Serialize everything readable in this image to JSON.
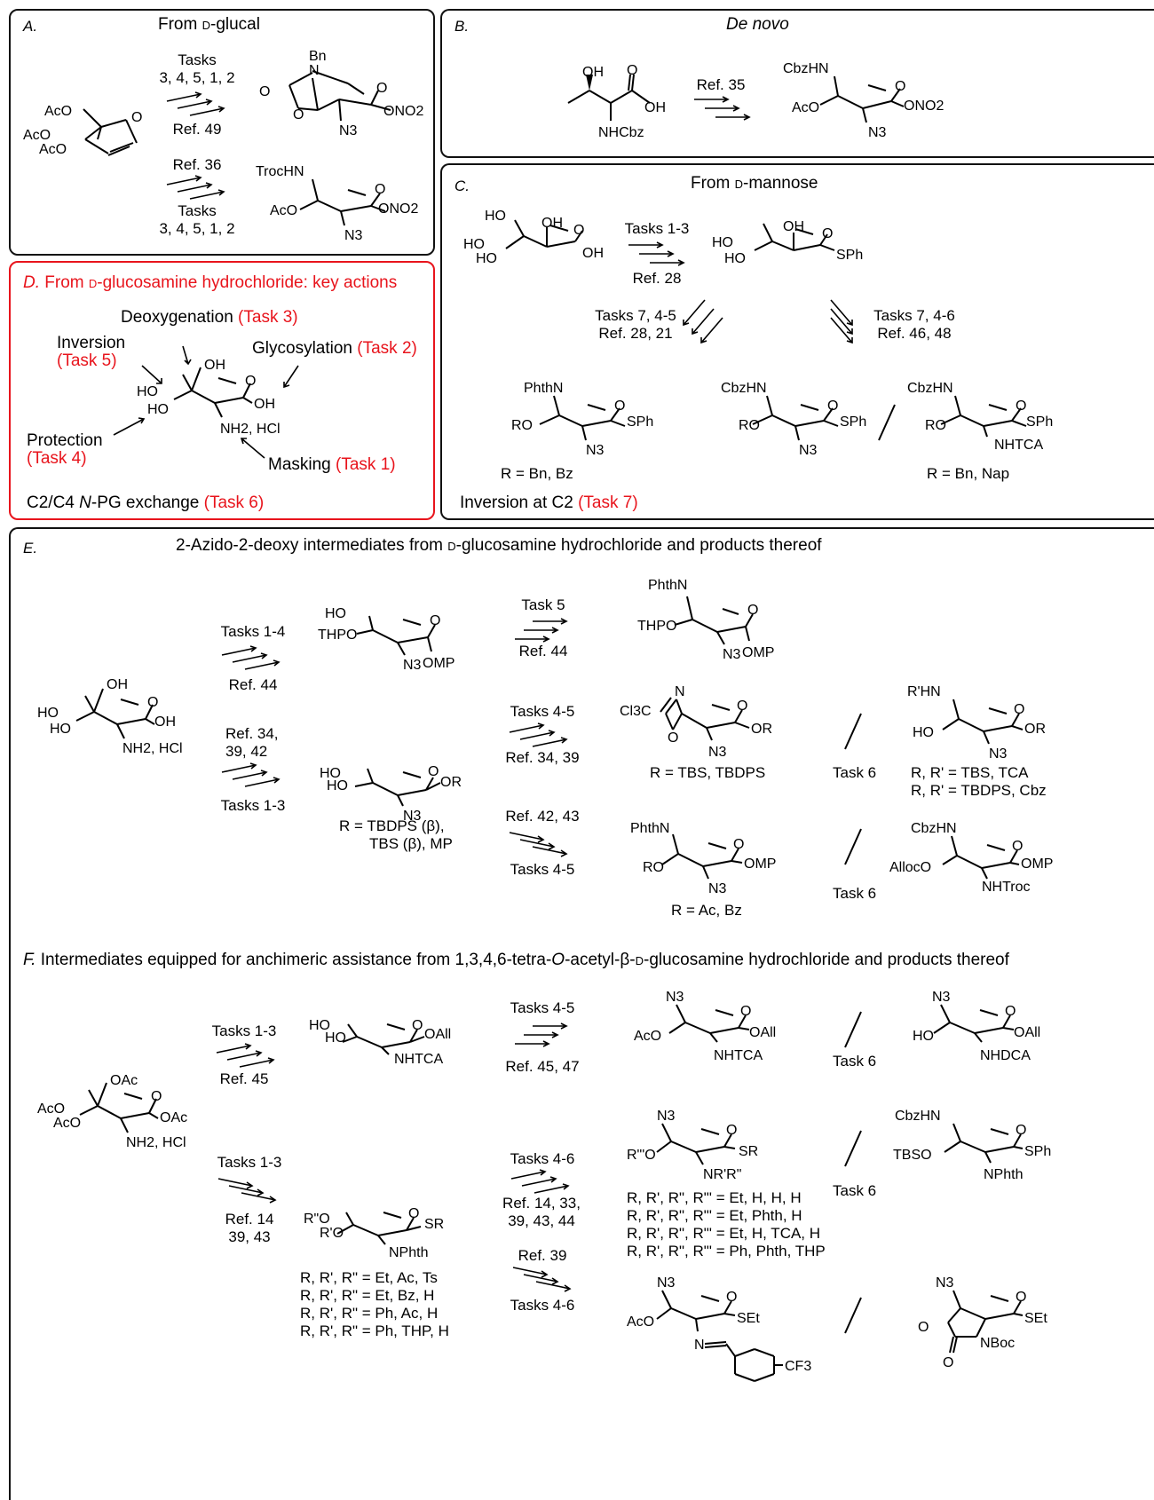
{
  "panelA": {
    "letter": "A.",
    "title_prefix": "From ",
    "title_sc": "d",
    "title_suffix": "-glucal",
    "sm_label": "AcO / AcO / AcO glucal",
    "arrow1_top": [
      "Tasks",
      "3, 4, 5, 1, 2"
    ],
    "arrow1_bottom": "Ref. 49",
    "arrow2_top": "Ref. 36",
    "arrow2_bottom": [
      "Tasks",
      "3, 4, 5, 1, 2"
    ],
    "prod1": {
      "bn": "Bn",
      "n": "N",
      "o": "O",
      "sub": "ONO2",
      "n3": "N3"
    },
    "prod2": {
      "n": "TrocHN",
      "aco": "AcO",
      "sub": "ONO2",
      "n3": "N3"
    }
  },
  "panelB": {
    "letter": "B.",
    "title": "De novo",
    "arrow_top": "Ref. 35",
    "sm": {
      "oh": "OH",
      "o": "O",
      "acid_oh": "OH",
      "nh": "NHCbz"
    },
    "prod": {
      "n": "CbzHN",
      "aco": "AcO",
      "sub": "ONO2",
      "n3": "N3"
    }
  },
  "panelC": {
    "letter": "C.",
    "title_prefix": "From ",
    "title_sc": "d",
    "title_suffix": "-mannose",
    "arrow1_top": "Tasks  1-3",
    "arrow1_bottom": "Ref. 28",
    "arrow2_label": [
      "Tasks 7, 4-5",
      "Ref. 28, 21"
    ],
    "arrow3_label": [
      "Tasks 7, 4-6",
      "Ref. 46, 48"
    ],
    "sm": {
      "oh_labels": [
        "HO",
        "OH",
        "HO",
        "HO",
        "OH"
      ]
    },
    "mid": {
      "sub": "SPh"
    },
    "p1": {
      "n": "PhthN",
      "ro": "RO",
      "sub": "SPh",
      "n3": "N3",
      "r": "R = Bn, Bz"
    },
    "p2": {
      "n": "CbzHN",
      "ro": "RO",
      "sub": "SPh",
      "n3": "N3"
    },
    "p3": {
      "n": "CbzHN",
      "ro": "RO",
      "sub": "SPh",
      "nh": "NHTCA",
      "r": "R = Bn, Nap"
    },
    "footer_prefix": "Inversion at C2 ",
    "footer_task": "(Task 7)"
  },
  "panelD": {
    "title_letter": "D.",
    "title_prefix": "From ",
    "title_sc": "d",
    "title_suffix": "-glucosamine hydrochloride: key actions",
    "deoxy": "Deoxygenation ",
    "deoxy_task": "(Task 3)",
    "inversion": "Inversion",
    "inversion_task": "(Task 5)",
    "glyco": "Glycosylation ",
    "glyco_task": "(Task  2)",
    "protection": "Protection",
    "protection_task": "(Task 4)",
    "masking": "Masking ",
    "masking_task": "(Task  1)",
    "nh2": "NH2, HCl",
    "footer_prefix": "C2/C4 ",
    "footer_it": "N",
    "footer_mid": "-PG exchange ",
    "footer_task": "(Task 6)"
  },
  "panelE": {
    "letter": "E.",
    "title_prefix": "2-Azido-2-deoxy intermediates from ",
    "title_sc": "d",
    "title_suffix": "-glucosamine hydrochloride and products thereof",
    "a1_top": "Tasks  1-4",
    "a1_bottom": "Ref. 44",
    "a2_top": [
      "Ref. 34,",
      "39, 42"
    ],
    "a2_bottom": "Tasks  1-3",
    "a3_top": "Task  5",
    "a3_bottom": "Ref. 44",
    "a4_top": "Tasks  4-5",
    "a4_bottom": "Ref. 34, 39",
    "a5_top": "Ref. 42, 43",
    "a5_bottom": "Tasks  4-5",
    "task6a": "Task  6",
    "task6b": "Task  6",
    "r_int2": [
      "R = TBDPS (β),",
      "TBS (β), MP"
    ],
    "r_prod2": "R = TBS, TBDPS",
    "r_prod3": "R = Ac, Bz",
    "r_prod4": [
      "R, R' = TBS, TCA",
      "R, R' = TBDPS, Cbz"
    ],
    "labels": {
      "int1_ho": "HO",
      "int1_thp": "THPO",
      "n3": "N3",
      "omp": "OMP",
      "phthn": "PhthN",
      "cl3c": "Cl3C",
      "or": "OR",
      "rhn": "R'HN",
      "ho": "HO",
      "ro": "RO",
      "cbzhn": "CbzHN",
      "alloco": "AllocO",
      "nhtroc": "NHTroc",
      "sm_nh2": "NH2, HCl"
    }
  },
  "panelF": {
    "letter": "F.",
    "title_pre": " Intermediates equipped for anchimeric assistance from 1,3,4,6-tetra-",
    "title_o": "O",
    "title_mid": "-acetyl-β-",
    "title_sc": "d",
    "title_suffix": "-glucosamine hydrochloride and products thereof",
    "a1_top": "Tasks  1-3",
    "a1_bottom": "Ref. 45",
    "a2_top": "Tasks  1-3",
    "a2_bottom": [
      "Ref. 14",
      "39, 43"
    ],
    "a3_top": "Tasks  4-5",
    "a3_bottom": "Ref. 45, 47",
    "a4_top": "Tasks  4-6",
    "a4_bottom": [
      "Ref. 14, 33,",
      "39, 43, 44"
    ],
    "a5_top": "Ref. 39",
    "a5_bottom": "Tasks  4-6",
    "task6a": "Task  6",
    "task6b": "Task  6",
    "r_int2": [
      "R, R', R\" = Et, Ac, Ts",
      "R, R', R\" = Et, Bz, H",
      "R, R', R\" = Ph, Ac, H",
      "R, R', R\" = Ph, THP,  H"
    ],
    "r_prod2": [
      "R, R', R\", R\"' = Et, H, H, H",
      "R, R', R\", R\"' = Et, Phth, H",
      "R, R', R\", R\"' = Et, H, TCA, H",
      "R, R', R\", R\"' = Ph, Phth, THP"
    ],
    "labels": {
      "oall": "OAll",
      "nhtca": "NHTCA",
      "nhdca": "NHDCA",
      "n3": "N3",
      "aco": "AcO",
      "ho": "HO",
      "sr": "SR",
      "nphth": "NPhth",
      "nrr": "NR'R\"",
      "rppo": "R\"'O",
      "rpo": "R\"O",
      "rp": "R'O",
      "cbzhn": "CbzHN",
      "tbso": "TBSO",
      "sph": "SPh",
      "set": "SEt",
      "nboc": "NBoc",
      "cf3": "CF3",
      "oac": "OAc"
    }
  }
}
